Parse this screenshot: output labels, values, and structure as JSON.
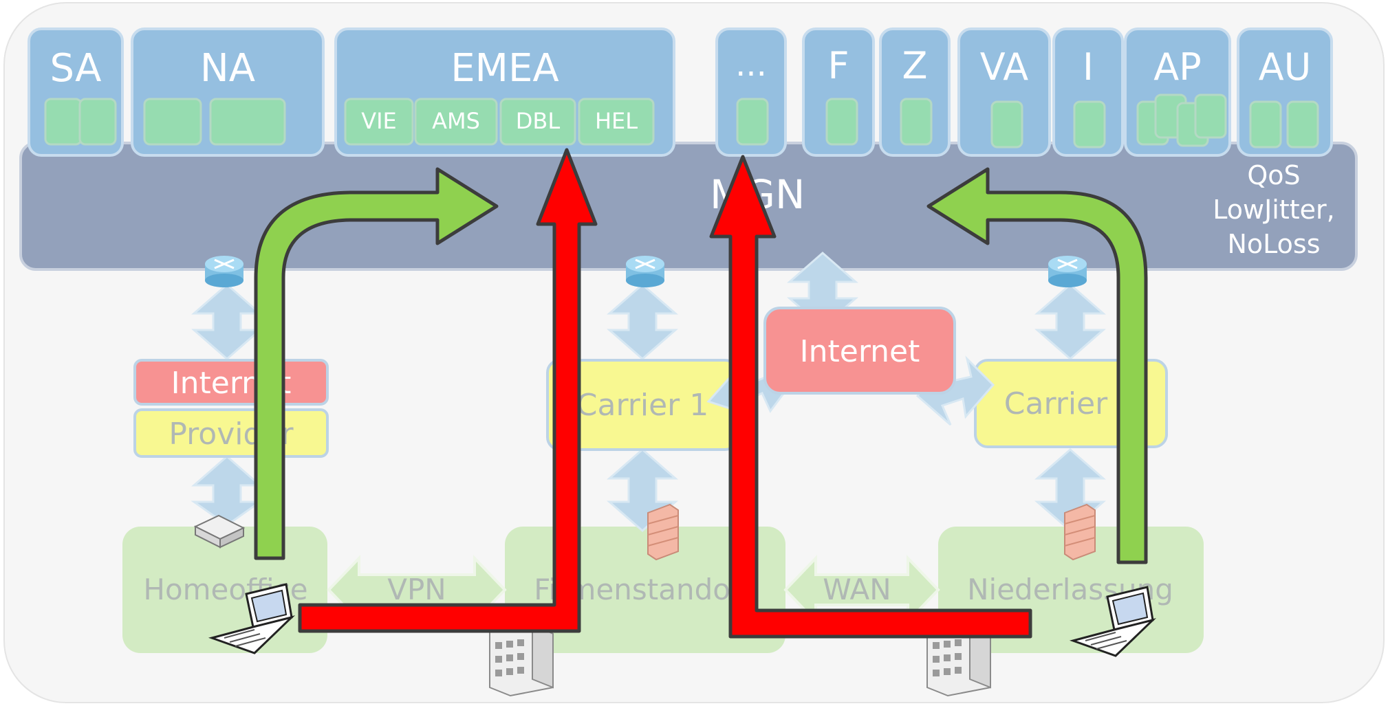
{
  "regions": [
    {
      "id": "sa",
      "label": "SA"
    },
    {
      "id": "na",
      "label": "NA"
    },
    {
      "id": "emea",
      "label": "EMEA",
      "sites": [
        "VIE",
        "AMS",
        "DBL",
        "HEL"
      ]
    },
    {
      "id": "more",
      "label": "..."
    },
    {
      "id": "f",
      "label": "F"
    },
    {
      "id": "z",
      "label": "Z"
    },
    {
      "id": "va",
      "label": "VA"
    },
    {
      "id": "i",
      "label": "I"
    },
    {
      "id": "ap",
      "label": "AP"
    },
    {
      "id": "au",
      "label": "AU"
    }
  ],
  "backbone": {
    "label": "MGN",
    "qos_lines": [
      "QoS",
      "LowJitter,",
      "NoLoss"
    ]
  },
  "network": {
    "internet_left": "Internet",
    "provider_left": "Provider",
    "carrier_1": "Carrier 1",
    "internet_center": "Internet",
    "carrier_2": "Carrier 2"
  },
  "sites": {
    "homeoffice": "Homeoffice",
    "firmenstandort": "Firmenstandort",
    "niederlassung": "Niederlassung"
  },
  "links": {
    "vpn": "VPN",
    "wan": "WAN"
  },
  "icons": [
    "router-icon",
    "modem-icon",
    "firewall-icon",
    "laptop-icon",
    "building-icon"
  ],
  "colors": {
    "region_fill": "#95bfe0",
    "site_fill": "#96dcb0",
    "backbone_fill": "#93a1bb",
    "internet_fill": "#f79292",
    "carrier_fill": "#f8f891",
    "office_fill": "#d3ebc3",
    "link_arrow": "#bdd7ea",
    "green_arrow": "#8fd14f",
    "red_arrow": "#ff0000"
  }
}
